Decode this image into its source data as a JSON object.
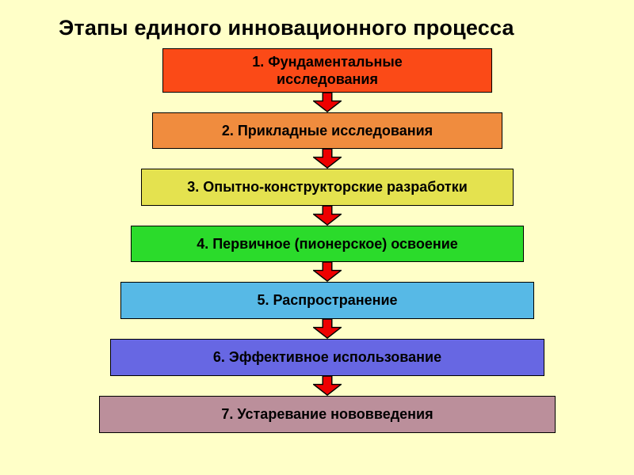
{
  "slide": {
    "title": "Этапы единого инновационного процесса",
    "background_color": "#FFFFC8"
  },
  "diagram": {
    "arrow_color": "#EE0000",
    "stages": [
      {
        "label": "1. Фундаментальные исследования",
        "color": "#FB4A17"
      },
      {
        "label": "2. Прикладные исследования",
        "color": "#F08C3E"
      },
      {
        "label": "3. Опытно-конструкторские разработки",
        "color": "#E4E24F"
      },
      {
        "label": "4. Первичное (пионерское) освоение",
        "color": "#2BDB2B"
      },
      {
        "label": "5. Распространение",
        "color": "#57B9E6"
      },
      {
        "label": "6. Эффективное использование",
        "color": "#6767E3"
      },
      {
        "label": "7. Устаревание нововведения",
        "color": "#BB8F9B"
      }
    ]
  }
}
